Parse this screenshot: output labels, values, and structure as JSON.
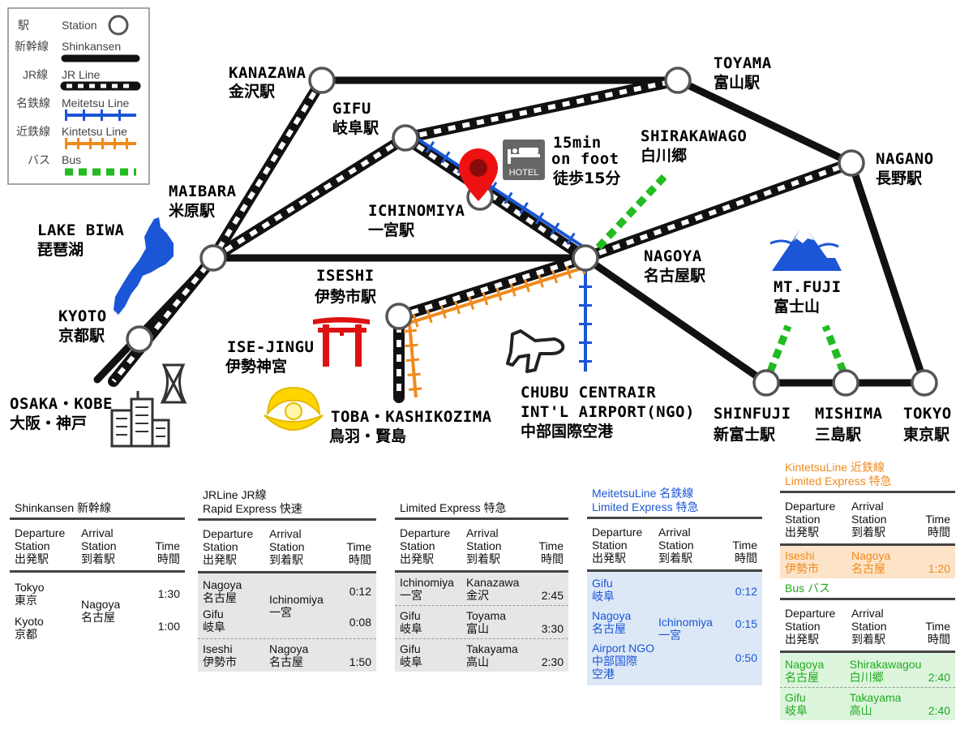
{
  "legend": {
    "station": {
      "jp": "駅",
      "en": "Station"
    },
    "shinkansen": {
      "jp": "新幹線",
      "en": "Shinkansen"
    },
    "jr": {
      "jp": "JR線",
      "en": "JR Line"
    },
    "meitetsu": {
      "jp": "名鉄線",
      "en": "Meitetsu Line"
    },
    "kintetsu": {
      "jp": "近鉄線",
      "en": "Kintetsu Line"
    },
    "bus": {
      "jp": "バス",
      "en": "Bus"
    }
  },
  "colors": {
    "shinkansen": "#111111",
    "meitetsu": "#1a56d6",
    "kintetsu": "#f08a1c",
    "bus": "#22bb22"
  },
  "stations": {
    "kanazawa": {
      "en": "KANAZAWA",
      "jp": "金沢駅"
    },
    "toyama": {
      "en": "TOYAMA",
      "jp": "富山駅"
    },
    "gifu": {
      "en": "GIFU",
      "jp": "岐阜駅"
    },
    "shirakawago": {
      "en": "SHIRAKAWAGO",
      "jp": "白川郷"
    },
    "nagano": {
      "en": "NAGANO",
      "jp": "長野駅"
    },
    "maibara": {
      "en": "MAIBARA",
      "jp": "米原駅"
    },
    "ichinomiya": {
      "en": "ICHINOMIYA",
      "jp": "一宮駅"
    },
    "lakebiwa": {
      "en": "LAKE BIWA",
      "jp": "琵琶湖"
    },
    "nagoya": {
      "en": "NAGOYA",
      "jp": "名古屋駅"
    },
    "iseshi": {
      "en": "ISESHI",
      "jp": "伊勢市駅"
    },
    "mtfuji": {
      "en": "MT.FUJI",
      "jp": "富士山"
    },
    "kyoto": {
      "en": "KYOTO",
      "jp": "京都駅"
    },
    "isejingu": {
      "en": "ISE-JINGU",
      "jp": "伊勢神宮"
    },
    "osakakobe": {
      "en": "OSAKA・KOBE",
      "jp": "大阪・神戸"
    },
    "toba": {
      "en": "TOBA・KASHIKOZIMA",
      "jp": "鳥羽・賢島"
    },
    "chubu": {
      "en1": "CHUBU CENTRAIR",
      "en2": "INT'L AIRPORT(NGO)",
      "jp": "中部国際空港"
    },
    "shinfuji": {
      "en": "SHINFUJI",
      "jp": "新富士駅"
    },
    "mishima": {
      "en": "MISHIMA",
      "jp": "三島駅"
    },
    "tokyo": {
      "en": "TOKYO",
      "jp": "東京駅"
    }
  },
  "hotel": {
    "label": "HOTEL",
    "walk1": "15min",
    "walk2": "on foot",
    "walk_jp": "徒歩15分"
  },
  "tables": {
    "headers": {
      "dep1": "Departure",
      "dep2": "Station",
      "dep3": "出発駅",
      "arr1": "Arrival",
      "arr2": "Station",
      "arr3": "到着駅",
      "time1": "Time",
      "time2": "時間"
    },
    "shinkansen": {
      "title": "Shinkansen 新幹線",
      "origins": [
        {
          "en": "Tokyo",
          "jp": "東京",
          "time": "1:30"
        },
        {
          "en": "Kyoto",
          "jp": "京都",
          "time": "1:00"
        }
      ],
      "dest": {
        "en": "Nagoya",
        "jp": "名古屋"
      }
    },
    "jr_rapid": {
      "title1": "JRLine JR線",
      "title2": "Rapid Express 快速",
      "g1_origins": [
        {
          "en": "Nagoya",
          "jp": "名古屋",
          "time": "0:12"
        },
        {
          "en": "Gifu",
          "jp": "岐阜",
          "time": "0:08"
        }
      ],
      "g1_dest": {
        "en": "Ichinomiya",
        "jp": "一宮"
      },
      "g2": {
        "from_en": "Iseshi",
        "from_jp": "伊勢市",
        "to_en": "Nagoya",
        "to_jp": "名古屋",
        "time": "1:50"
      }
    },
    "ltd_express": {
      "title": "Limited Express 特急",
      "rows": [
        {
          "from_en": "Ichinomiya",
          "from_jp": "一宮",
          "to_en": "Kanazawa",
          "to_jp": "金沢",
          "time": "2:45"
        },
        {
          "from_en": "Gifu",
          "from_jp": "岐阜",
          "to_en": "Toyama",
          "to_jp": "富山",
          "time": "3:30"
        },
        {
          "from_en": "Gifu",
          "from_jp": "岐阜",
          "to_en": "Takayama",
          "to_jp": "高山",
          "time": "2:30"
        }
      ]
    },
    "meitetsu": {
      "title1": "MeitetsuLine 名鉄線",
      "title2": "Limited Express 特急",
      "origins": [
        {
          "lines": [
            "Gifu",
            "岐阜"
          ],
          "time": "0:12"
        },
        {
          "lines": [
            "Nagoya",
            "名古屋"
          ],
          "time": "0:15"
        },
        {
          "lines": [
            "Airport NGO",
            "中部国際",
            "空港"
          ],
          "time": "0:50"
        }
      ],
      "dest": {
        "en": "Ichinomiya",
        "jp": "一宮"
      }
    },
    "kintetsu": {
      "title1": "KintetsuLine 近鉄線",
      "title2": "Limited Express  特急",
      "row": {
        "from_en": "Iseshi",
        "from_jp": "伊勢市",
        "to_en": "Nagoya",
        "to_jp": "名古屋",
        "time": "1:20"
      }
    },
    "bus": {
      "title": "Bus バス",
      "rows": [
        {
          "from_en": "Nagoya",
          "from_jp": "名古屋",
          "to_en": "Shirakawagou",
          "to_jp": "白川郷",
          "time": "2:40"
        },
        {
          "from_en": "Gifu",
          "from_jp": "岐阜",
          "to_en": "Takayama",
          "to_jp": "高山",
          "time": "2:40"
        }
      ]
    }
  }
}
